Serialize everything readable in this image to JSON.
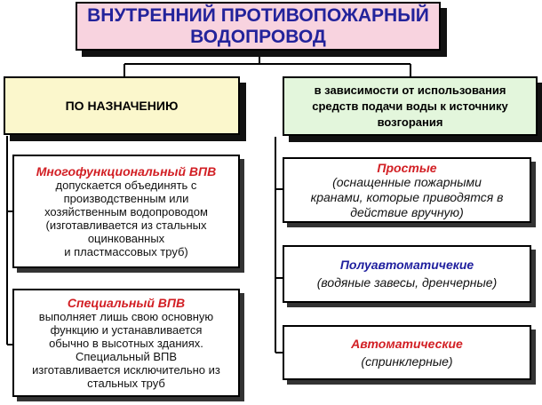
{
  "title": {
    "line1": "ВНУТРЕННИЙ ПРОТИВОПОЖАРНЫЙ",
    "line2": "ВОДОПРОВОД"
  },
  "categories": {
    "purpose": "ПО НАЗНАЧЕНИЮ",
    "water_supply": {
      "line1": "в зависимости от использования",
      "line2": "средств подачи воды к источнику",
      "line3": "возгорания"
    }
  },
  "purpose_types": {
    "multifunctional": {
      "heading": "Многофункциональный ВПВ",
      "lines": [
        "допускается объединять с",
        "производственным или",
        "хозяйственным водопроводом",
        "(изготавливается из стальных",
        "оцинкованных",
        "и пластмассовых труб)"
      ]
    },
    "special": {
      "heading": "Специальный ВПВ",
      "lines": [
        "выполняет лишь свою основную",
        "функцию и устанавливается",
        "обычно в высотных зданиях.",
        "Специальный ВПВ",
        "изготавливается исключительно из",
        "стальных труб"
      ]
    }
  },
  "supply_types": {
    "simple": {
      "heading": "Простые",
      "lines": [
        "(оснащенные пожарными",
        "кранами, которые приводятся в",
        "действие вручную)"
      ]
    },
    "semi_automatic": {
      "heading": "Полуавтоматичекие",
      "lines": [
        "(водяные завесы, дренчерные)"
      ]
    },
    "automatic": {
      "heading": "Автоматические",
      "lines": [
        "(спринклерные)"
      ]
    }
  },
  "colors": {
    "title_bg": "#f8d3df",
    "title_text": "#23239b",
    "left_category_bg": "#fbf7cc",
    "right_category_bg": "#e3f6dc",
    "red_heading": "#d21f24",
    "blue_heading": "#1f1f9e"
  }
}
